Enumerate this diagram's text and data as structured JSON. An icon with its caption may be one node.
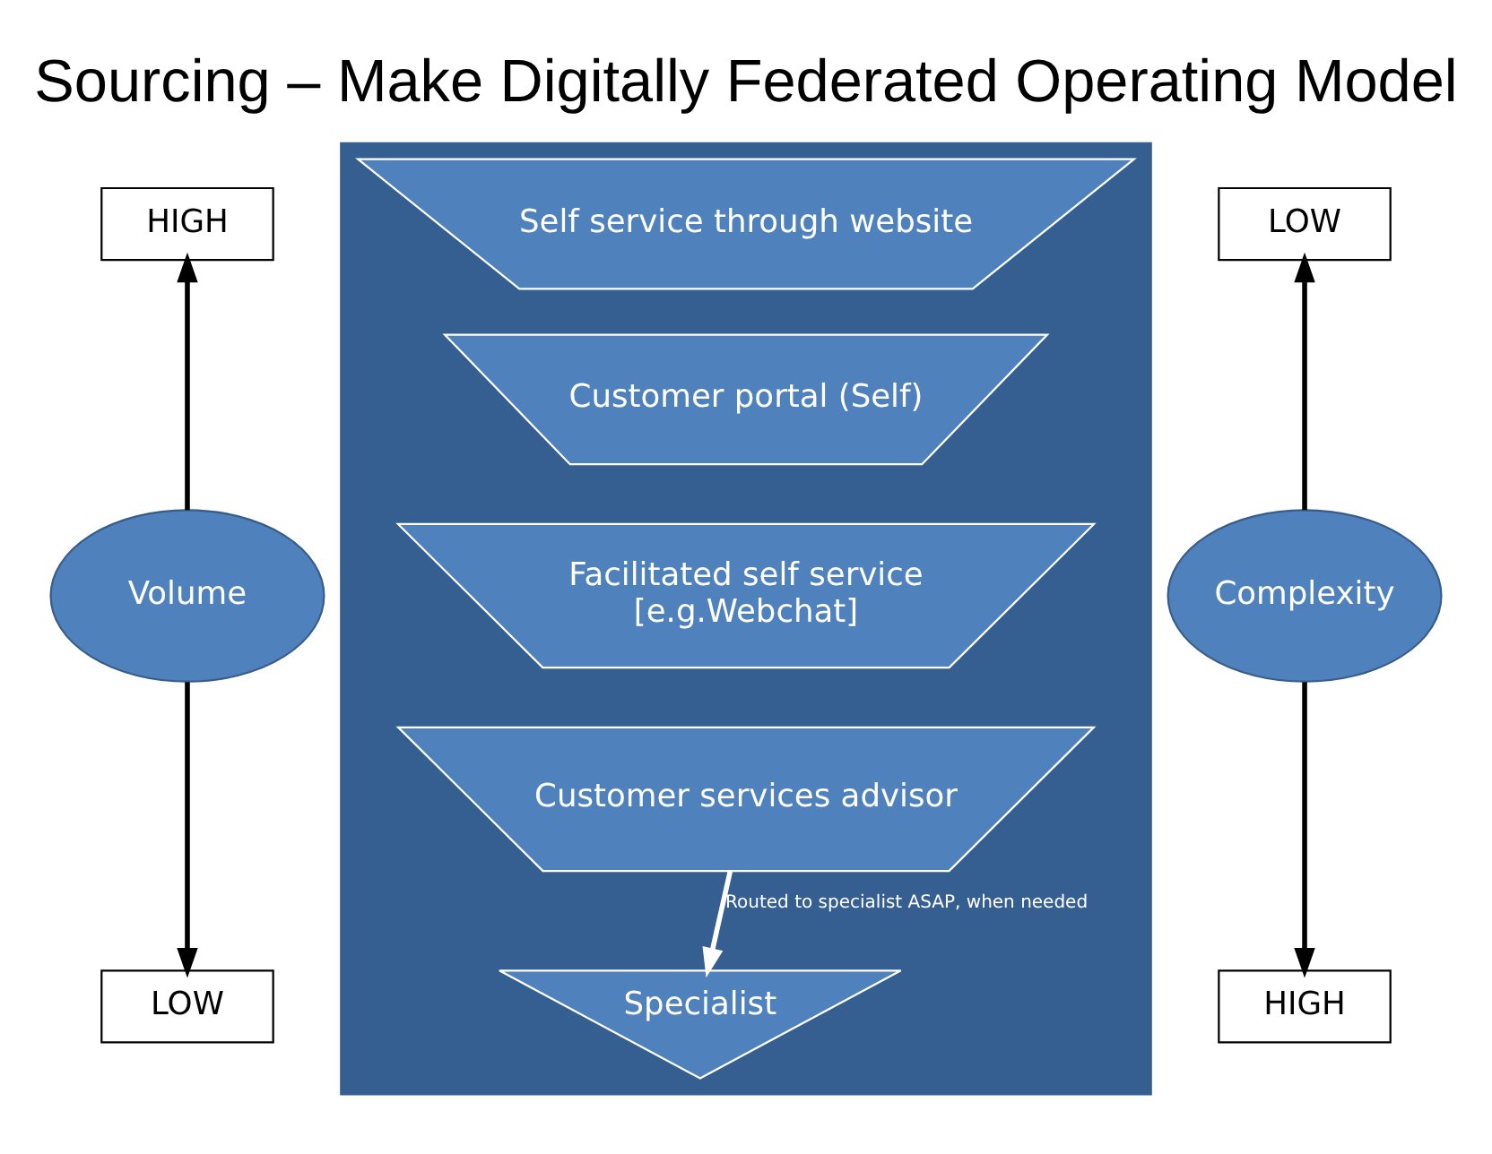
{
  "diagram": {
    "title": "Sourcing – Make Digitally Federated Operating Model",
    "nodes": [
      {
        "text": [],
        "shape": "box"
      },
      {
        "text": [
          "HIGH"
        ]
      },
      {
        "text": [
          "LOW"
        ]
      },
      {
        "text": [
          "Self service through website"
        ],
        "in": 0
      },
      {
        "text": [
          "Customer portal (Self)"
        ],
        "in": 0
      },
      {
        "text": [
          "Facilitated self service",
          "[e.g.Webchat]"
        ],
        "in": 0
      },
      {
        "text": [
          "Customer services advisor"
        ],
        "in": 0
      },
      {
        "text": [
          "Specialist"
        ],
        "in": 0
      },
      {
        "text": [
          "Volume"
        ]
      },
      {
        "text": [
          "Complexity"
        ]
      },
      {
        "text": [
          "LOW"
        ]
      },
      {
        "text": [
          "HIGH"
        ]
      }
    ],
    "edges": [
      {
        "from": 8,
        "to": 1,
        "arrow": "to"
      },
      {
        "from": 8,
        "to": 10,
        "arrow": "to"
      },
      {
        "from": 9,
        "to": 2,
        "arrow": "to"
      },
      {
        "from": 9,
        "to": 11,
        "arrow": "to"
      },
      {
        "from": 6,
        "to": 7,
        "arrow": "to",
        "label": "Routed to specialist ASAP, when needed",
        "color": "#ffffff"
      }
    ]
  }
}
